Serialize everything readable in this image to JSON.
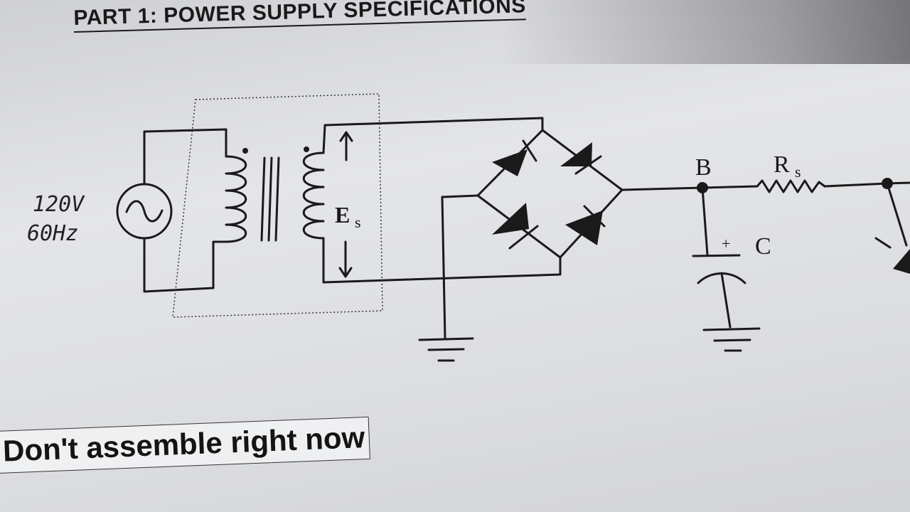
{
  "heading": "PART 1: POWER SUPPLY SPECIFICATIONS",
  "note": "Don't assemble right now",
  "labels": {
    "source_voltage": "120V",
    "source_frequency": "60Hz",
    "secondary_voltage_main": "E",
    "secondary_voltage_sub": "s",
    "node_b": "B",
    "resistor_main": "R",
    "resistor_sub": "s",
    "capacitor": "C",
    "capacitor_polarity": "+"
  },
  "colors": {
    "ink": "#1a1a1a",
    "paper": "#e2e3e6"
  }
}
